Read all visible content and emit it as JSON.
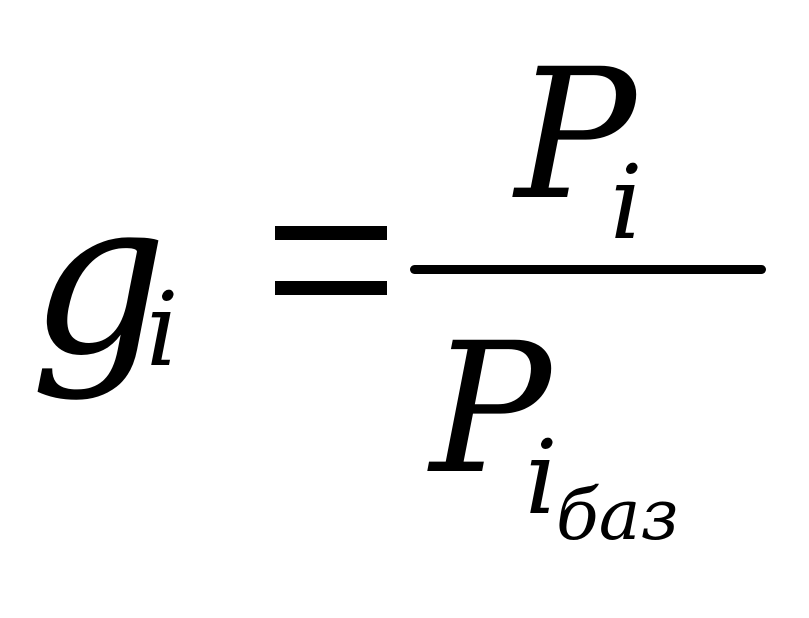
{
  "formula": {
    "lhs": {
      "base": "g",
      "subscript": "i"
    },
    "operator": "=",
    "numerator": {
      "base": "P",
      "subscript": "i"
    },
    "denominator": {
      "base": "P",
      "subscript": "i",
      "subsubscript": "баз"
    }
  }
}
